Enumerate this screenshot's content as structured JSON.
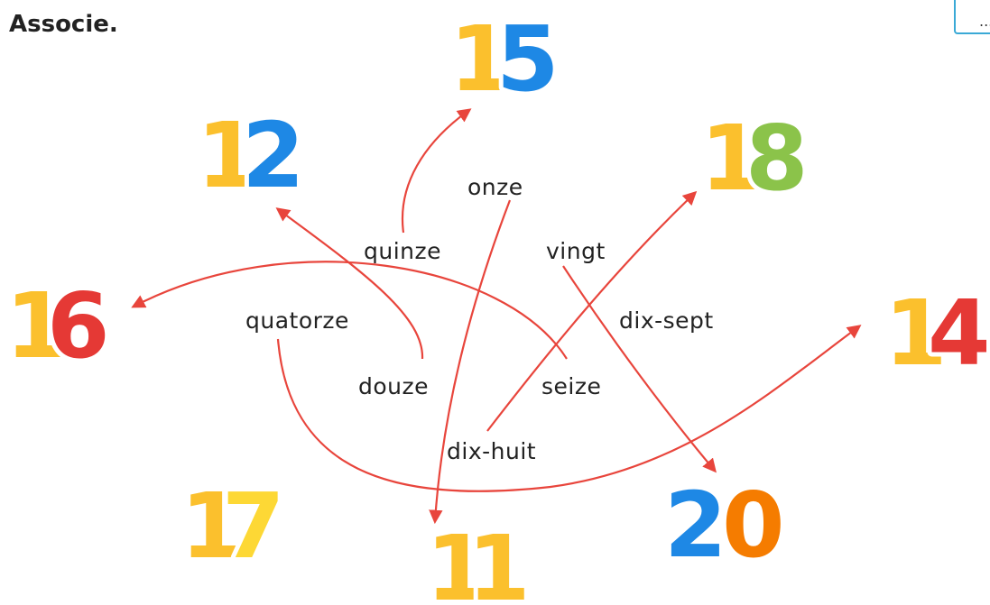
{
  "instruction": "Associe.",
  "corner_label": "...",
  "words": {
    "onze": "onze",
    "quinze": "quinze",
    "vingt": "vingt",
    "quatorze": "quatorze",
    "dix_sept": "dix-sept",
    "douze": "douze",
    "seize": "seize",
    "dix_huit": "dix-huit"
  },
  "numbers": {
    "n15": "15",
    "n12": "12",
    "n18": "18",
    "n16": "16",
    "n14": "14",
    "n17": "17",
    "n11": "11",
    "n20": "20"
  },
  "colors": {
    "arrow": "#e8453c",
    "tens_digit_fill": "#fbc02d",
    "tens_digit_dots": "#f57c00",
    "digit_15": "#1e88e5",
    "digit_12": "#1e88e5",
    "digit_18": "#8bc34a",
    "digit_16": "#e53935",
    "digit_14": "#e53935",
    "digit_17": "#fbc02d",
    "digit_11": "#fbc02d",
    "digit_20_a": "#1e88e5",
    "digit_20_b": "#f57c00"
  }
}
